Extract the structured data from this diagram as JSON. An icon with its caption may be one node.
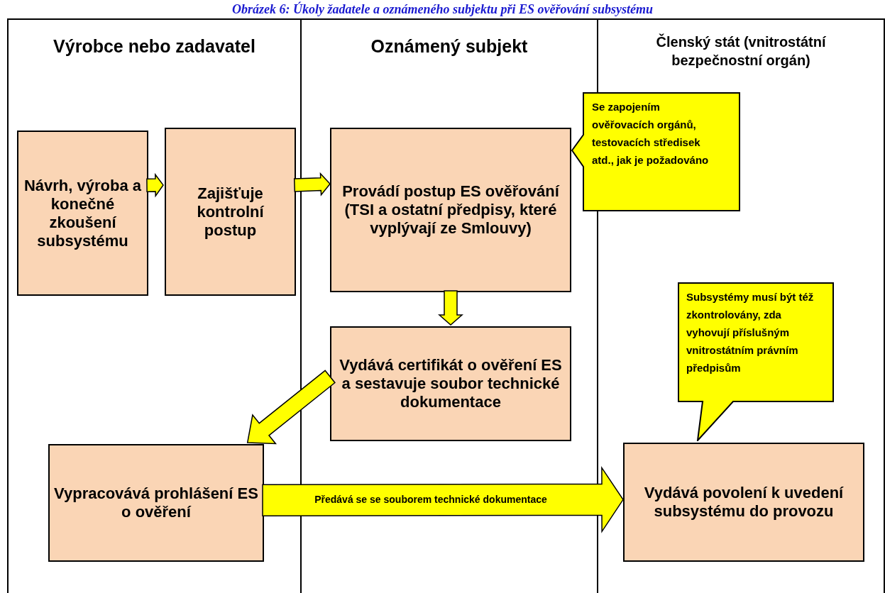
{
  "diagram": {
    "title": "Obrázek 6: Úkoly žadatele a oznámeného subjektu při ES ověřování subsystému",
    "nodes": [
      {
        "text": [
          "Výrobce nebo zadavatel"
        ]
      },
      {
        "text": [
          "Oznámený subjekt"
        ]
      },
      {
        "text": [
          "Členský stát (vnitrostátní bezpečnostní orgán)"
        ]
      },
      {
        "text": [
          "Návrh, výroba a konečné zkoušení subsystému"
        ],
        "in": 0
      },
      {
        "text": [
          "Zajišťuje kontrolní postup"
        ],
        "in": 0
      },
      {
        "text": [
          "Provádí postup ES ověřování (TSI a ostatní předpisy, které vyplývají ze Smlouvy)"
        ],
        "in": 1
      },
      {
        "text": [
          "Se zapojením ověřovacích orgánů, testovacích středisek atd., jak je požadováno"
        ]
      },
      {
        "text": [
          "Vydává certifikát o ověření ES a sestavuje soubor technické dokumentace"
        ],
        "in": 1
      },
      {
        "text": [
          "Subsystémy musí být též zkontrolovány, zda vyhovují příslušným vnitrostátním právním předpisům"
        ],
        "in": 2
      },
      {
        "text": [
          "Vypracovává prohlášení ES o ověření"
        ],
        "in": 0
      },
      {
        "text": [
          "Vydává povolení k uvedení subsystému do provozu"
        ],
        "in": 2
      }
    ],
    "edges": [
      {
        "from": 3,
        "to": 4,
        "arrow": "to"
      },
      {
        "from": 4,
        "to": 5,
        "arrow": "to"
      },
      {
        "from": 5,
        "to": 7,
        "arrow": "to"
      },
      {
        "from": 7,
        "to": 9,
        "arrow": "to"
      },
      {
        "from": 9,
        "to": 10,
        "arrow": "to",
        "label": "Předává se se souborem technické dokumentace"
      }
    ]
  }
}
